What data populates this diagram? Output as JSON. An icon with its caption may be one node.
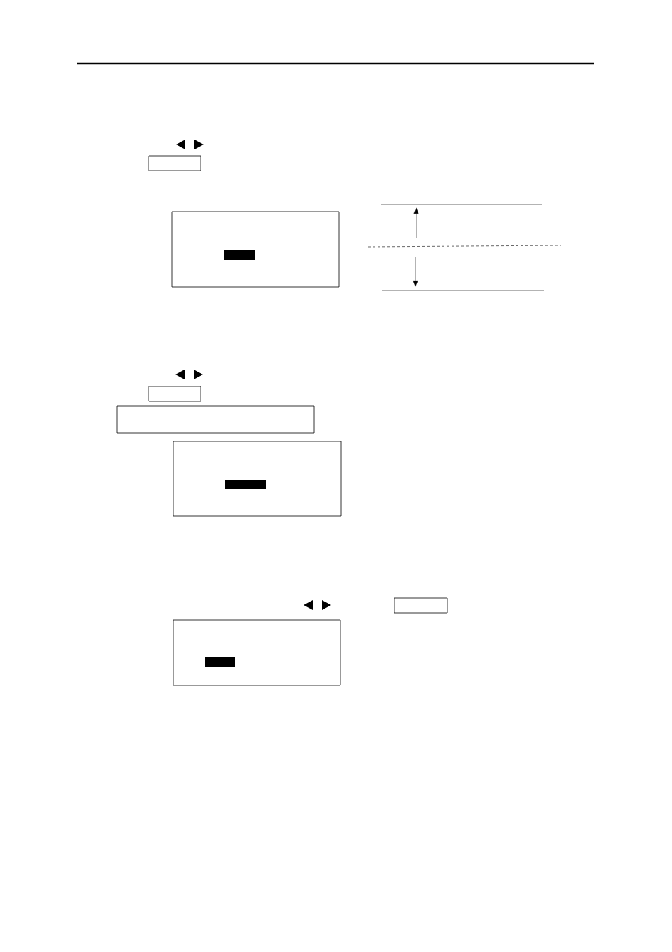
{
  "diagram": {
    "nodes": [
      {
        "text": [],
        "shape": "box"
      },
      {
        "text": [],
        "shape": "box"
      },
      {
        "text": [],
        "shape": "bar",
        "in": 1
      },
      {
        "text": [],
        "shape": "box"
      },
      {
        "text": [],
        "shape": "box"
      },
      {
        "text": [],
        "shape": "box"
      },
      {
        "text": [],
        "shape": "bar",
        "in": 5
      },
      {
        "text": [],
        "shape": "box"
      },
      {
        "text": [],
        "shape": "box"
      },
      {
        "text": [],
        "shape": "bar",
        "in": 8
      }
    ]
  }
}
